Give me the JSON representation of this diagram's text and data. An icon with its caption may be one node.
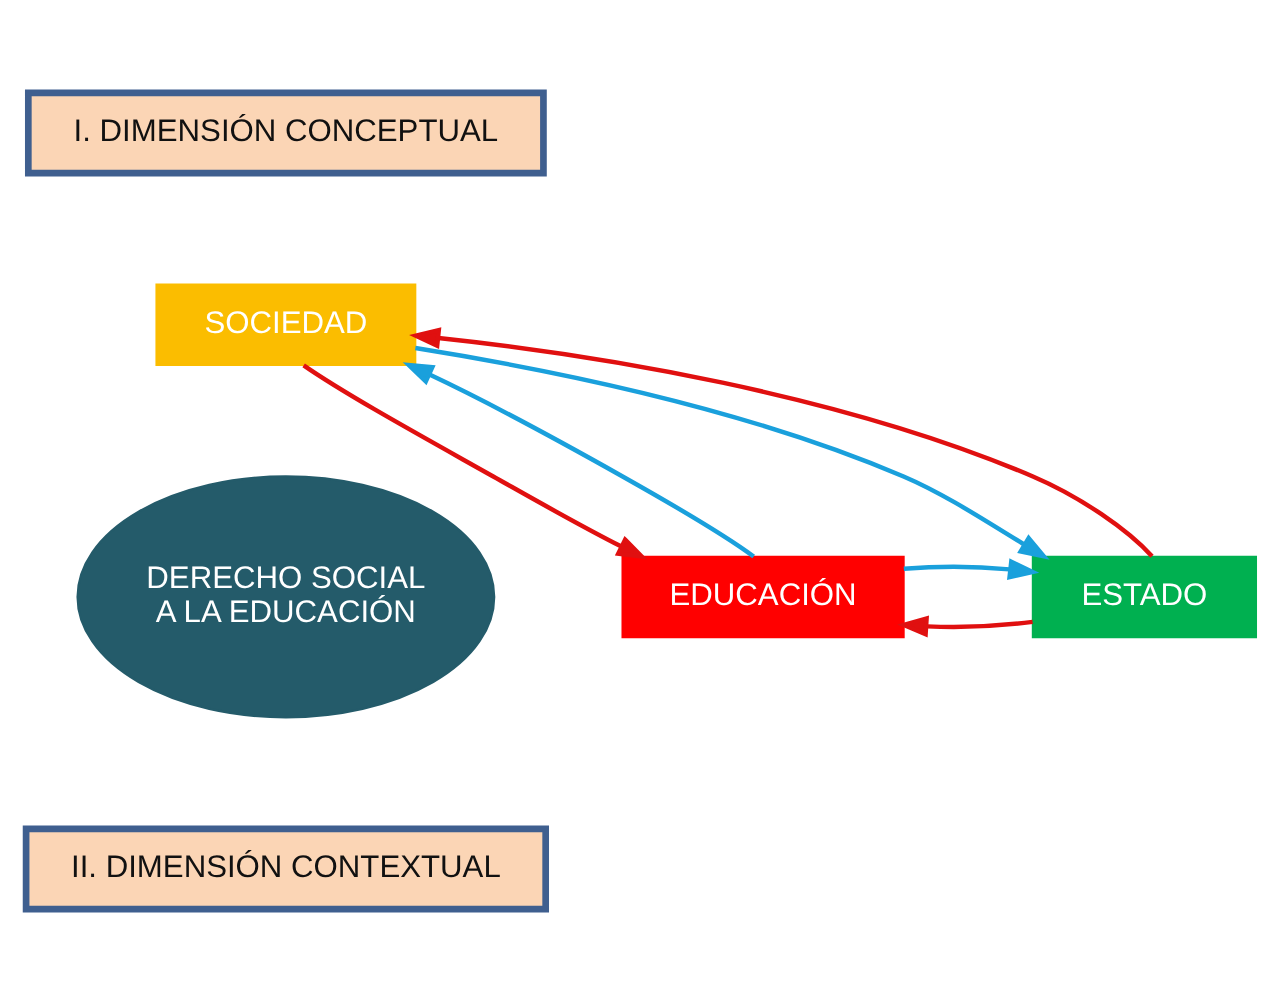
{
  "diagram": {
    "nodes": [
      {
        "text": [
          "I. DIMENSIÓN CONCEPTUAL"
        ]
      },
      {
        "text": [
          "SOCIEDAD"
        ]
      },
      {
        "text": [
          "DERECHO SOCIAL A LA EDUCACIÓN"
        ]
      },
      {
        "text": [
          "ESTADO"
        ]
      },
      {
        "text": [
          "EDUCACIÓN"
        ]
      },
      {
        "text": [
          "II. DIMENSIÓN CONTEXTUAL"
        ]
      }
    ],
    "edges": [
      {
        "from": 3,
        "to": 1,
        "arrow": "to",
        "color": "#e01010"
      },
      {
        "from": 1,
        "to": 4,
        "arrow": "to",
        "color": "#e01010"
      },
      {
        "from": 3,
        "to": 4,
        "arrow": "to",
        "color": "#e01010"
      },
      {
        "from": 1,
        "to": 3,
        "arrow": "to",
        "color": "#1aa0dc"
      },
      {
        "from": 4,
        "to": 1,
        "arrow": "to",
        "color": "#1aa0dc"
      },
      {
        "from": 4,
        "to": 3,
        "arrow": "to",
        "color": "#1aa0dc"
      }
    ]
  }
}
